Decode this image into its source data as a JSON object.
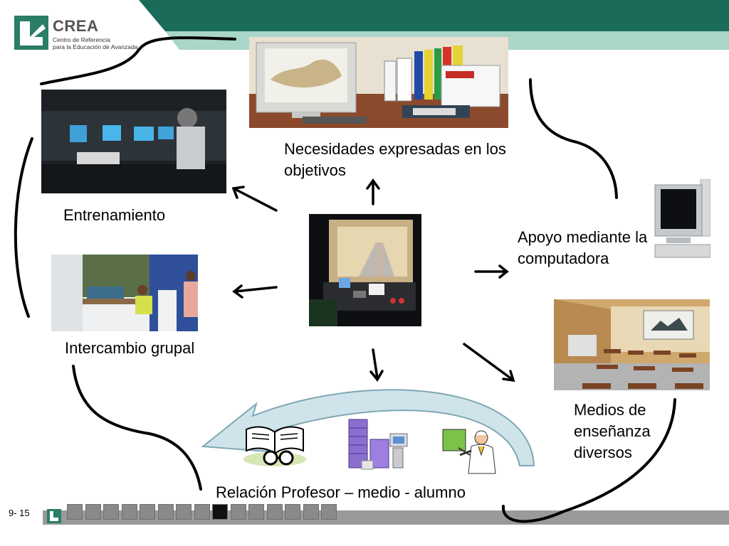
{
  "header": {
    "logo_title": "CREA",
    "logo_subtitle_line1": "Centro de Referencia",
    "logo_subtitle_line2": "para la Educación de Avanzada",
    "colors": {
      "dark_green": "#1b6b5a",
      "light_green": "#a9d6c8"
    }
  },
  "diagram": {
    "labels": {
      "necesidades": "Necesidades expresadas en los objetivos",
      "entrenamiento": "Entrenamiento",
      "apoyo": "Apoyo mediante la computadora",
      "intercambio": "Intercambio grupal",
      "medios": "Medios de enseñanza diversos",
      "relacion": "Relación Profesor – medio - alumno"
    }
  },
  "footer": {
    "page_number": "9- 15",
    "nav_total": 15,
    "nav_active_index": 8
  }
}
